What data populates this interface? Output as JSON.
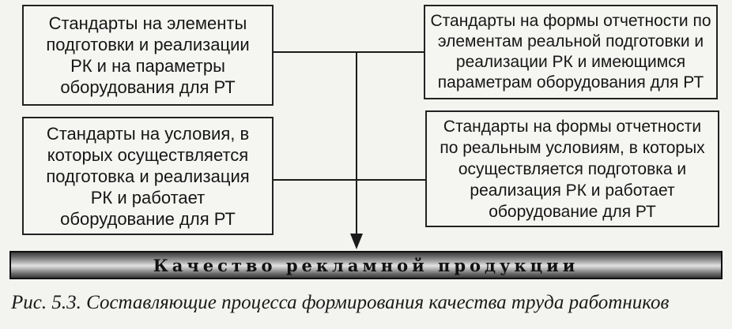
{
  "diagram": {
    "boxes": {
      "top_left": "Стандарты на элементы\nподготовки и реализации\nРК и на параметры\nоборудования для РТ",
      "top_right": "Стандарты на формы отчетности по\nэлементам реальной подготовки и\nреализации РК и имеющимся\nпараметрам оборудования для РТ",
      "bottom_left": "Стандарты на условия, в\nкоторых осуществляется\nподготовка и реализация\nРК и работает\nоборудование для РТ",
      "bottom_right": "Стандарты на формы отчетности\nпо реальным условиям, в которых\nосуществляется подготовка и\nреализация РК и работает\nоборудование для РТ"
    },
    "result_bar": "Качество рекламной продукции",
    "caption": "Рис. 5.3. Составляющие процесса формирования качества труда работников"
  }
}
